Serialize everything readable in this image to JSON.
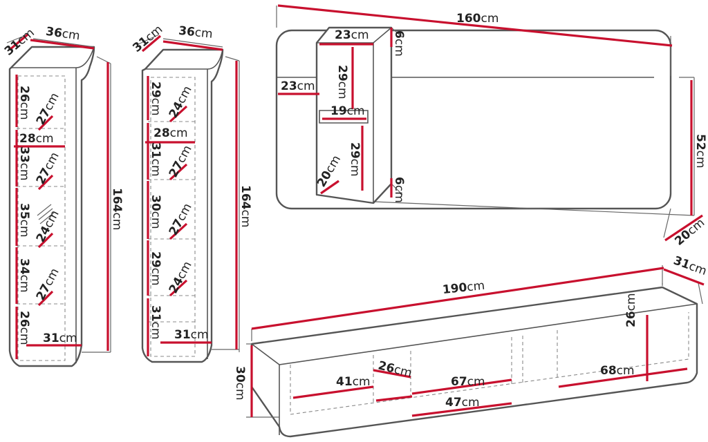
{
  "accent_color": "#c8102e",
  "outline_color": "#555555",
  "modules": {
    "cabinet_left": {
      "depth": "31",
      "width": "36",
      "height": "164",
      "shelf_heights": [
        "26",
        "33",
        "35",
        "34",
        "26"
      ],
      "shelf_depths": [
        "27",
        "27",
        "24",
        "27"
      ],
      "inner_width": "28",
      "base_depth": "31"
    },
    "cabinet_middle": {
      "depth": "31",
      "width": "36",
      "height": "164",
      "shelf_heights": [
        "29",
        "31",
        "30",
        "29",
        "31"
      ],
      "shelf_depths": [
        "24",
        "27",
        "27",
        "24"
      ],
      "inner_width": "28",
      "base_depth": "31"
    },
    "wall_panel": {
      "length": "160",
      "height": "52",
      "depth": "20",
      "shelf_width": "23",
      "shelf_depth": "23",
      "upper_gap": "29",
      "inner_width": "19",
      "lower_gap": "29",
      "lower_depth": "20",
      "top_offset": "6",
      "bottom_offset": "6"
    },
    "tv_stand": {
      "length": "190",
      "depth": "31",
      "height": "30",
      "comp_a_width": "41",
      "comp_a_depth": "26",
      "comp_b_width": "67",
      "comp_b_bottom": "47",
      "comp_c_width": "68",
      "comp_c_height": "26"
    }
  },
  "unit": "cm"
}
